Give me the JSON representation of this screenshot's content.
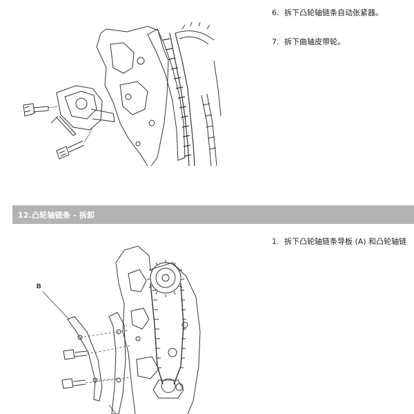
{
  "steps_top": [
    {
      "num": "6.",
      "text": "拆下凸轮轴链条自动张紧器。"
    },
    {
      "num": "7.",
      "text": "拆下曲轴皮带轮。"
    }
  ],
  "section": {
    "title": "12.凸轮轴链条 - 拆卸"
  },
  "steps_bottom": [
    {
      "num": "1.",
      "text": "拆下凸轮轴链条导板 (A) 和凸轮轴链"
    }
  ],
  "callouts": {
    "b": "B"
  },
  "colors": {
    "section_bar": "#b3b3b3",
    "line_art": "#333333"
  }
}
